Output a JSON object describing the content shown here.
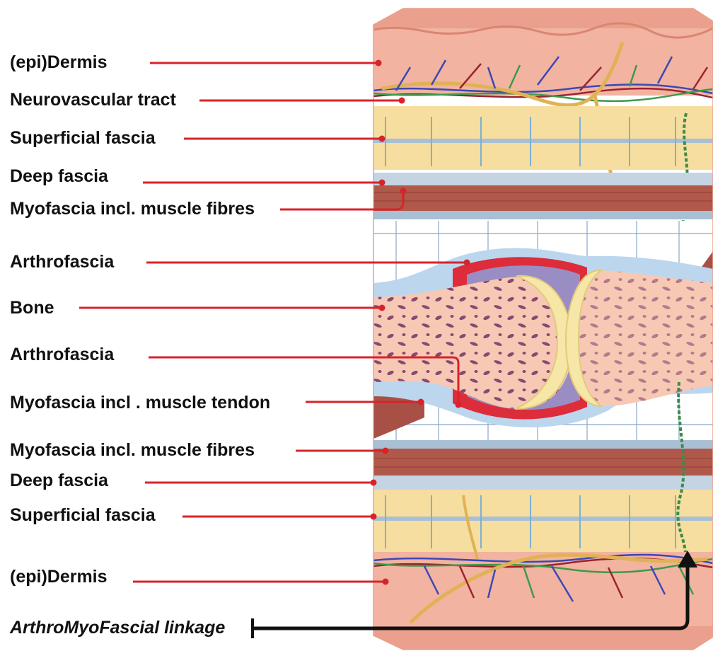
{
  "labels": {
    "dermis_top": "(epi)Dermis",
    "neurovascular": "Neurovascular tract",
    "superficial_top": "Superficial fascia",
    "deep_top": "Deep fascia",
    "myofascia_fibres_top": "Myofascia incl. muscle fibres",
    "arthrofascia_top": "Arthrofascia",
    "bone": "Bone",
    "arthrofascia_bottom": "Arthrofascia",
    "myofascia_tendon": "Myofascia incl . muscle tendon",
    "myofascia_fibres_bottom": "Myofascia incl. muscle fibres",
    "deep_bottom": "Deep fascia",
    "superficial_bottom": "Superficial fascia",
    "dermis_bottom": "(epi)Dermis",
    "linkage": "ArthroMyoFascial linkage"
  },
  "colors": {
    "leader": "#d8232a",
    "skin": "#f2b3a0",
    "fat": "#f5dea0",
    "muscle": "#b0584a",
    "fascia": "#a8bfd4",
    "bone": "#f7c9b4",
    "cartilage": "#f6e7a8",
    "capsule": "#dd2d3a",
    "synovium": "#9a8dc4",
    "arrow": "#111111"
  }
}
